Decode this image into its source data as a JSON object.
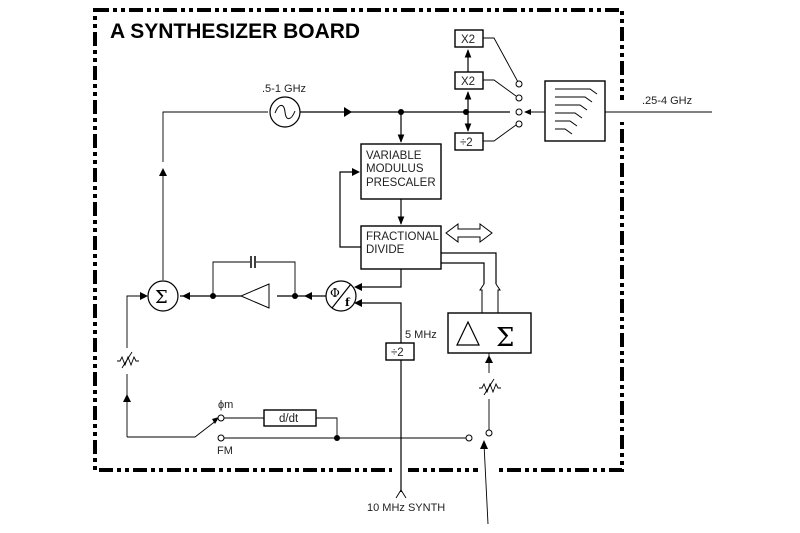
{
  "diagram": {
    "title": "A   SYNTHESIZER BOARD",
    "labels": {
      "vco_range": ".5-1 GHz",
      "output_range": ".25-4 GHz",
      "reference_freq": "5 MHz",
      "reference_input": "10 MHz SYNTH",
      "phase_mod": "ϕm",
      "freq_mod": "FM"
    },
    "blocks": {
      "prescaler": [
        "VARIABLE",
        "MODULUS",
        "PRESCALER"
      ],
      "fractional_divide": [
        "FRACTIONAL",
        "DIVIDE"
      ],
      "multiplier_1": "X2",
      "multiplier_2": "X2",
      "divider_out": "÷2",
      "divider_ref": "÷2",
      "differentiator": "d/dt",
      "summer_symbol": "Σ",
      "phase_detector_phi": "Φ",
      "phase_detector_f": "f",
      "delta_sigma_delta": "Δ",
      "delta_sigma_sigma": "Σ"
    }
  }
}
